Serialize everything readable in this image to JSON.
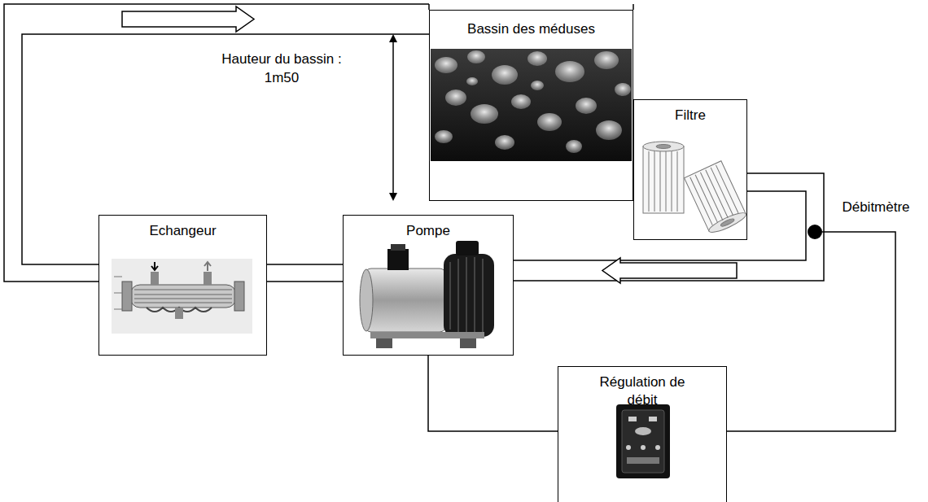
{
  "diagram": {
    "nodes": [
      {
        "text": [
          "Bassin des méduses"
        ]
      },
      {
        "text": [
          "Filtre"
        ]
      },
      {
        "text": [
          "Echangeur"
        ]
      },
      {
        "text": [
          "Pompe"
        ]
      },
      {
        "text": [
          "Régulation de débit"
        ]
      }
    ],
    "edges": [
      {
        "from": 1,
        "to": 3,
        "arrow": "to"
      },
      {
        "from": 3,
        "to": 2,
        "arrow": "none"
      },
      {
        "from": 2,
        "to": 0,
        "arrow": "to"
      },
      {
        "from": 4,
        "to": 3,
        "arrow": "none"
      }
    ],
    "labels": [
      "Hauteur du bassin : 1m50",
      "Débitmètre"
    ]
  }
}
